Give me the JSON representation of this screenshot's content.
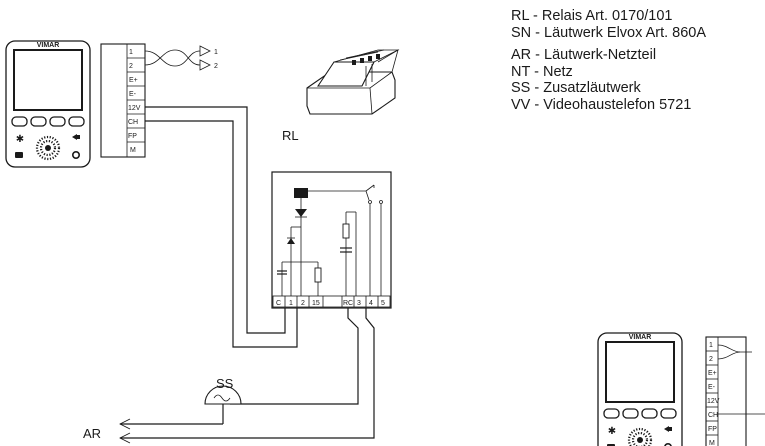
{
  "legend": [
    {
      "code": "RL",
      "sep": " - ",
      "text": "Relais Art. 0170/101"
    },
    {
      "code": "SN",
      "sep": " - ",
      "text": "Läutwerk Elvox Art. 860A"
    },
    {
      "code": "AR",
      "sep": " - ",
      "text": "Läutwerk-Netzteil"
    },
    {
      "code": "NT",
      "sep": " - ",
      "text": "Netz"
    },
    {
      "code": "SS",
      "sep": " - ",
      "text": "Zusatzläutwerk"
    },
    {
      "code": "VV",
      "sep": " - ",
      "text": "Videohaustelefon 5721"
    }
  ],
  "labels": {
    "rl": "RL",
    "ss": "SS",
    "ar": "AR",
    "wire1": "1",
    "wire2": "2"
  },
  "videophone_terminals": [
    "1",
    "2",
    "E+",
    "E-",
    "12V",
    "CH",
    "FP",
    "M"
  ],
  "relay_terminals": [
    "C",
    "1",
    "2",
    "15",
    "RC",
    "3",
    "4",
    "5"
  ],
  "brand_text": "VIMAR"
}
